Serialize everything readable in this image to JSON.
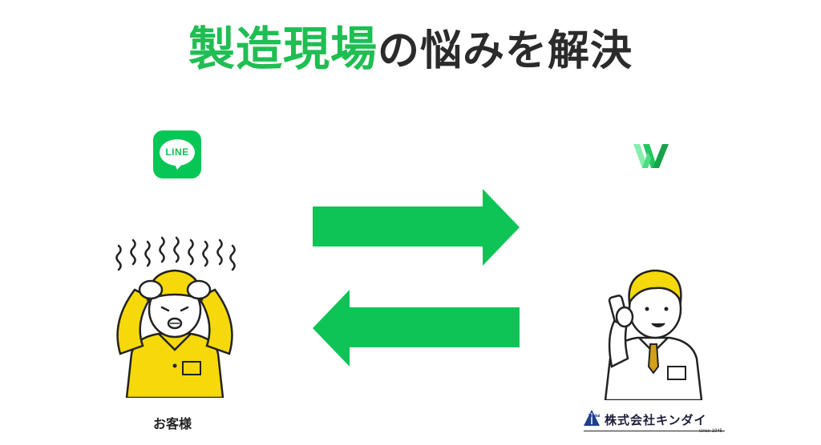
{
  "title": {
    "highlight": "製造現場",
    "rest": "の悩みを解決"
  },
  "logos": {
    "line": {
      "text": "LINE",
      "color": "#06c755",
      "icon": "line-app-icon"
    },
    "w": {
      "icon": "w-brand-icon",
      "color": "#22c55e"
    }
  },
  "arrows": {
    "color": "#0ec456",
    "top_direction": "right",
    "bottom_direction": "left"
  },
  "customer": {
    "label": "お客様",
    "icon": "worried-worker-illustration"
  },
  "company": {
    "name": "株式会社キンダイ",
    "since": "since 1945",
    "mark_text": "kindai",
    "icon": "company-logo-mark"
  },
  "colors": {
    "title_green": "#1fbe52",
    "title_dark": "#2b2b2b",
    "worker_yellow": "#f5d90a"
  }
}
